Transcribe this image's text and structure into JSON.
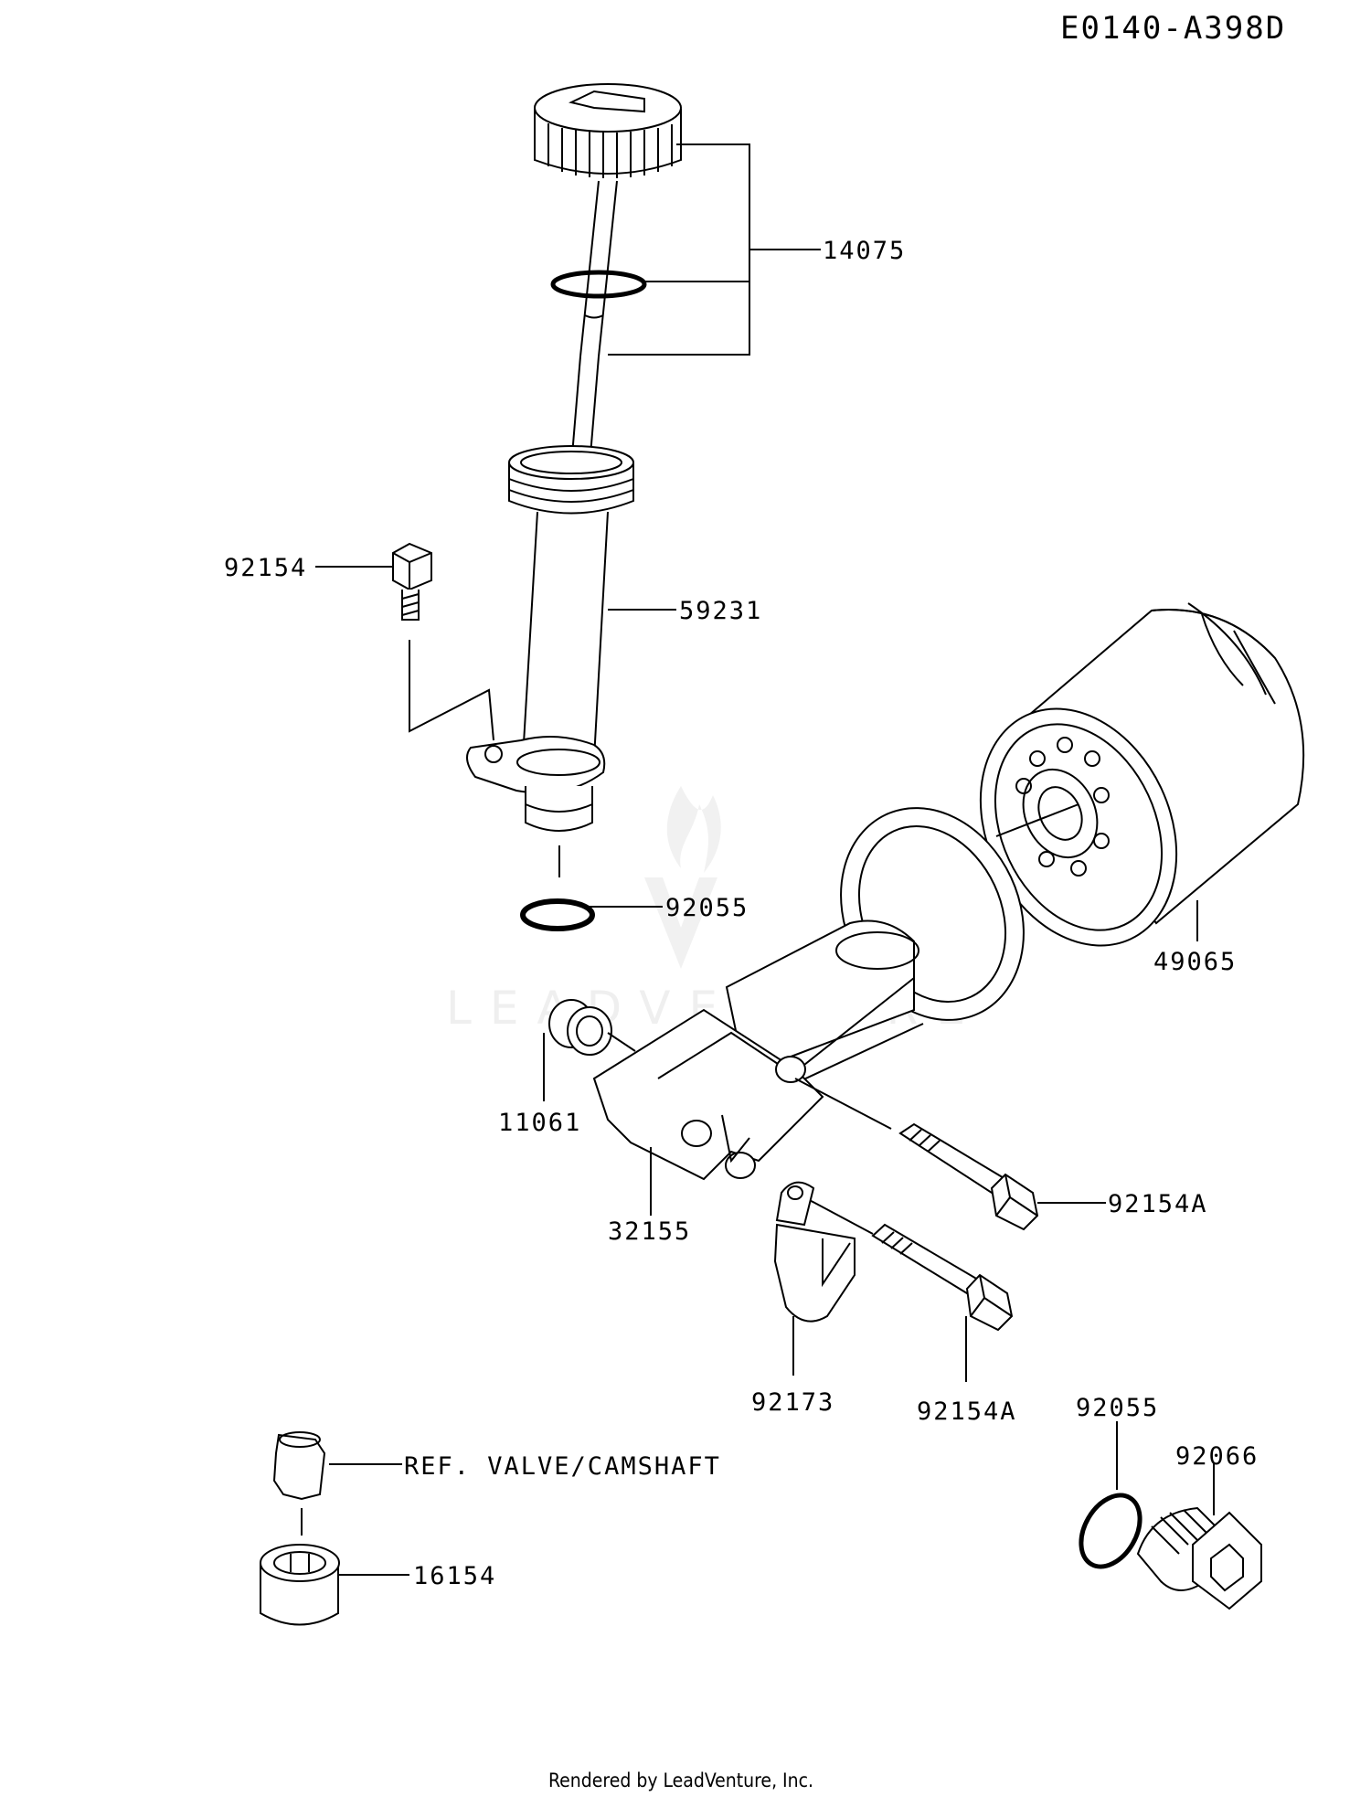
{
  "diagram_code": "E0140-A398D",
  "parts": [
    {
      "id": "p14075",
      "number": "14075"
    },
    {
      "id": "p92154",
      "number": "92154"
    },
    {
      "id": "p59231",
      "number": "59231"
    },
    {
      "id": "p92055a",
      "number": "92055"
    },
    {
      "id": "p49065",
      "number": "49065"
    },
    {
      "id": "p11061",
      "number": "11061"
    },
    {
      "id": "p32155",
      "number": "32155"
    },
    {
      "id": "p92154a1",
      "number": "92154A"
    },
    {
      "id": "p92173",
      "number": "92173"
    },
    {
      "id": "p92154a2",
      "number": "92154A"
    },
    {
      "id": "p92055b",
      "number": "92055"
    },
    {
      "id": "p92066",
      "number": "92066"
    },
    {
      "id": "pref",
      "number": "REF. VALVE/CAMSHAFT"
    },
    {
      "id": "p16154",
      "number": "16154"
    }
  ],
  "watermark": "LEADVENTURE",
  "footer": "Rendered by LeadVenture, Inc."
}
